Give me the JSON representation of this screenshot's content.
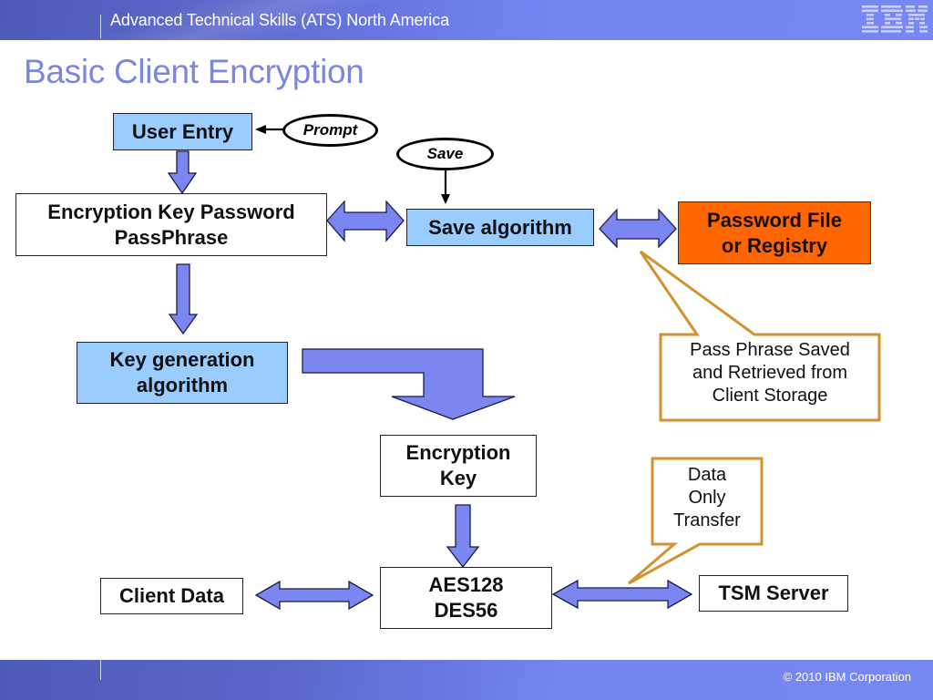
{
  "header": {
    "org_title": "Advanced Technical Skills (ATS) North America",
    "logo": "IBM"
  },
  "slide": {
    "title": "Basic Client Encryption"
  },
  "diagram": {
    "nodes": {
      "user_entry": "User Entry",
      "prompt": "Prompt",
      "save": "Save",
      "passphrase_line1": "Encryption Key Password",
      "passphrase_line2": "PassPhrase",
      "save_algorithm": "Save algorithm",
      "password_file_line1": "Password File",
      "password_file_line2": "or Registry",
      "keygen_line1": "Key generation",
      "keygen_line2": "algorithm",
      "encryption_key_line1": "Encryption",
      "encryption_key_line2": "Key",
      "cipher_line1": "AES128",
      "cipher_line2": "DES56",
      "client_data": "Client Data",
      "tsm_server": "TSM Server"
    },
    "callouts": {
      "storage_line1": "Pass Phrase Saved",
      "storage_line2": "and Retrieved from",
      "storage_line3": "Client Storage",
      "transfer_line1": "Data",
      "transfer_line2": "Only",
      "transfer_line3": "Transfer"
    },
    "colors": {
      "arrow_fill": "#7b86f0",
      "process_box": "#99ccff",
      "storage_box": "#ff6600",
      "callout_border": "#d4922e",
      "title": "#7b86de"
    }
  },
  "footer": {
    "copyright": "© 2010 IBM Corporation"
  }
}
